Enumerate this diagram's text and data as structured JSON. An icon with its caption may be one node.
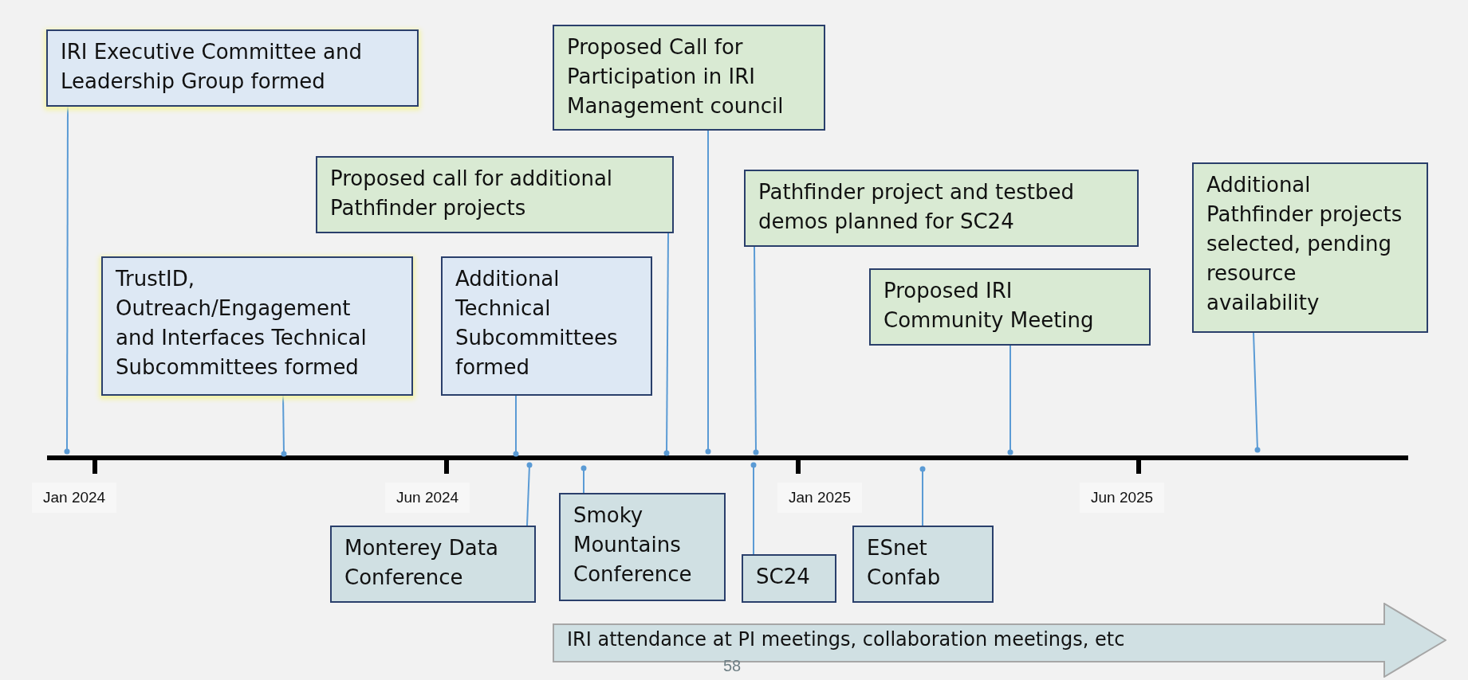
{
  "diagram": {
    "nodes": [
      {
        "text": [
          "IRI Executive Committee and Leadership Group formed"
        ]
      },
      {
        "text": [
          "Proposed Call for Participation in IRI Management council"
        ]
      },
      {
        "text": [
          "Proposed call for additional Pathfinder projects"
        ]
      },
      {
        "text": [
          "Pathfinder project and testbed demos planned for SC24"
        ]
      },
      {
        "text": [
          "Additional Pathfinder projects selected, pending resource availability"
        ]
      },
      {
        "text": [
          "TrustID, Outreach/Engagement and Interfaces Technical Subcommittees formed"
        ]
      },
      {
        "text": [
          "Additional Technical Subcommittees formed"
        ]
      },
      {
        "text": [
          "Proposed IRI Community Meeting"
        ]
      },
      {
        "text": [
          "Monterey Data Conference"
        ]
      },
      {
        "text": [
          "Smoky Mountains Conference"
        ]
      },
      {
        "text": [
          "SC24"
        ]
      },
      {
        "text": [
          "ESnet Confab"
        ]
      },
      {
        "text": [
          "IRI attendance at PI meetings, collaboration meetings, etc"
        ]
      }
    ],
    "edges": [
      {
        "from": 0,
        "to": null,
        "arrow": "other"
      },
      {
        "from": 5,
        "to": null,
        "arrow": "other"
      },
      {
        "from": 6,
        "to": null,
        "arrow": "other"
      },
      {
        "from": 2,
        "to": null,
        "arrow": "other"
      },
      {
        "from": 1,
        "to": null,
        "arrow": "other"
      },
      {
        "from": 3,
        "to": null,
        "arrow": "other"
      },
      {
        "from": 7,
        "to": null,
        "arrow": "other"
      },
      {
        "from": 4,
        "to": null,
        "arrow": "other"
      },
      {
        "from": 8,
        "to": null,
        "arrow": "other"
      },
      {
        "from": 9,
        "to": null,
        "arrow": "other"
      },
      {
        "from": 10,
        "to": null,
        "arrow": "other"
      },
      {
        "from": 11,
        "to": null,
        "arrow": "other"
      }
    ],
    "labels": [
      "Jan 2024",
      "Jun 2024",
      "Jan 2025",
      "Jun 2025",
      "58"
    ]
  }
}
